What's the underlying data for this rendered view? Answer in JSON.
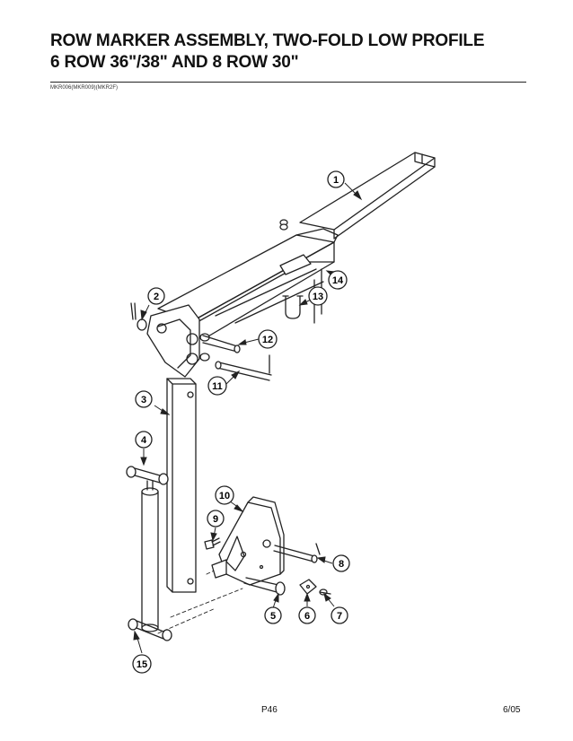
{
  "header": {
    "title_line1": "ROW MARKER ASSEMBLY, TWO-FOLD LOW PROFILE",
    "title_line2": "6 ROW 36\"/38\" AND 8 ROW 30\"",
    "code": "MKR006(MKR009)(MKR2F)"
  },
  "callouts": [
    "1",
    "2",
    "3",
    "4",
    "5",
    "6",
    "7",
    "8",
    "9",
    "10",
    "11",
    "12",
    "13",
    "14",
    "15"
  ],
  "footer": {
    "page": "P46",
    "date": "6/05"
  }
}
